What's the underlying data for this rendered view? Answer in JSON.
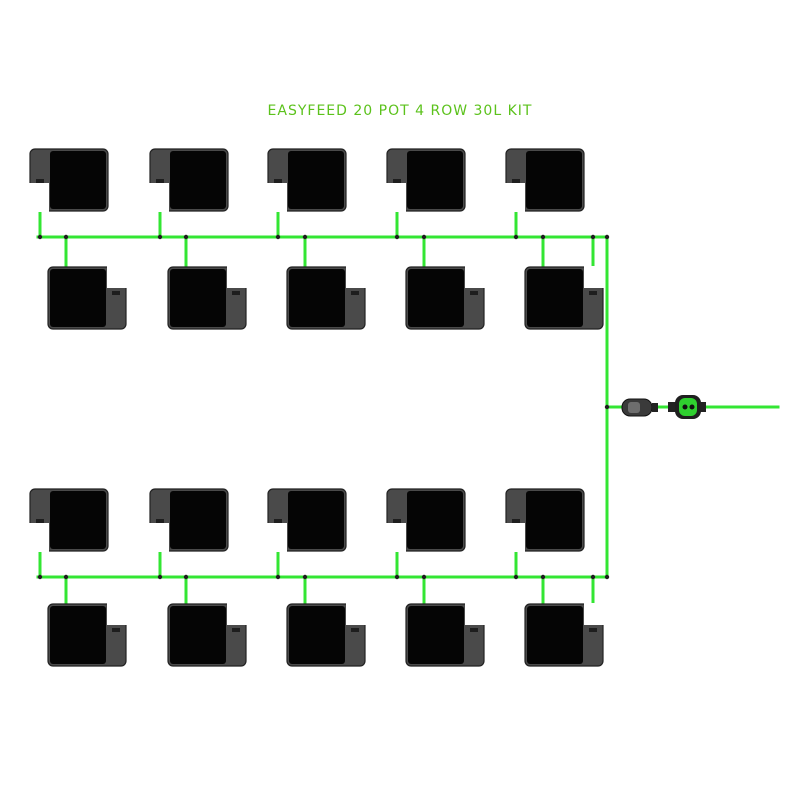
{
  "title": "EASYFEED 20 POT 4 ROW 30L KIT",
  "pot_count": 20,
  "rows": 4,
  "pots_per_row": 5,
  "colors": {
    "title": "#5cc21c",
    "pipe": "#33e633",
    "pot_base": "#4a4a4a",
    "pot_soil": "#050505",
    "pot_outline": "#222222",
    "connector": "#1e1e1e"
  },
  "icons": [
    "pot-icon",
    "filter-icon",
    "tap-connector-icon"
  ]
}
